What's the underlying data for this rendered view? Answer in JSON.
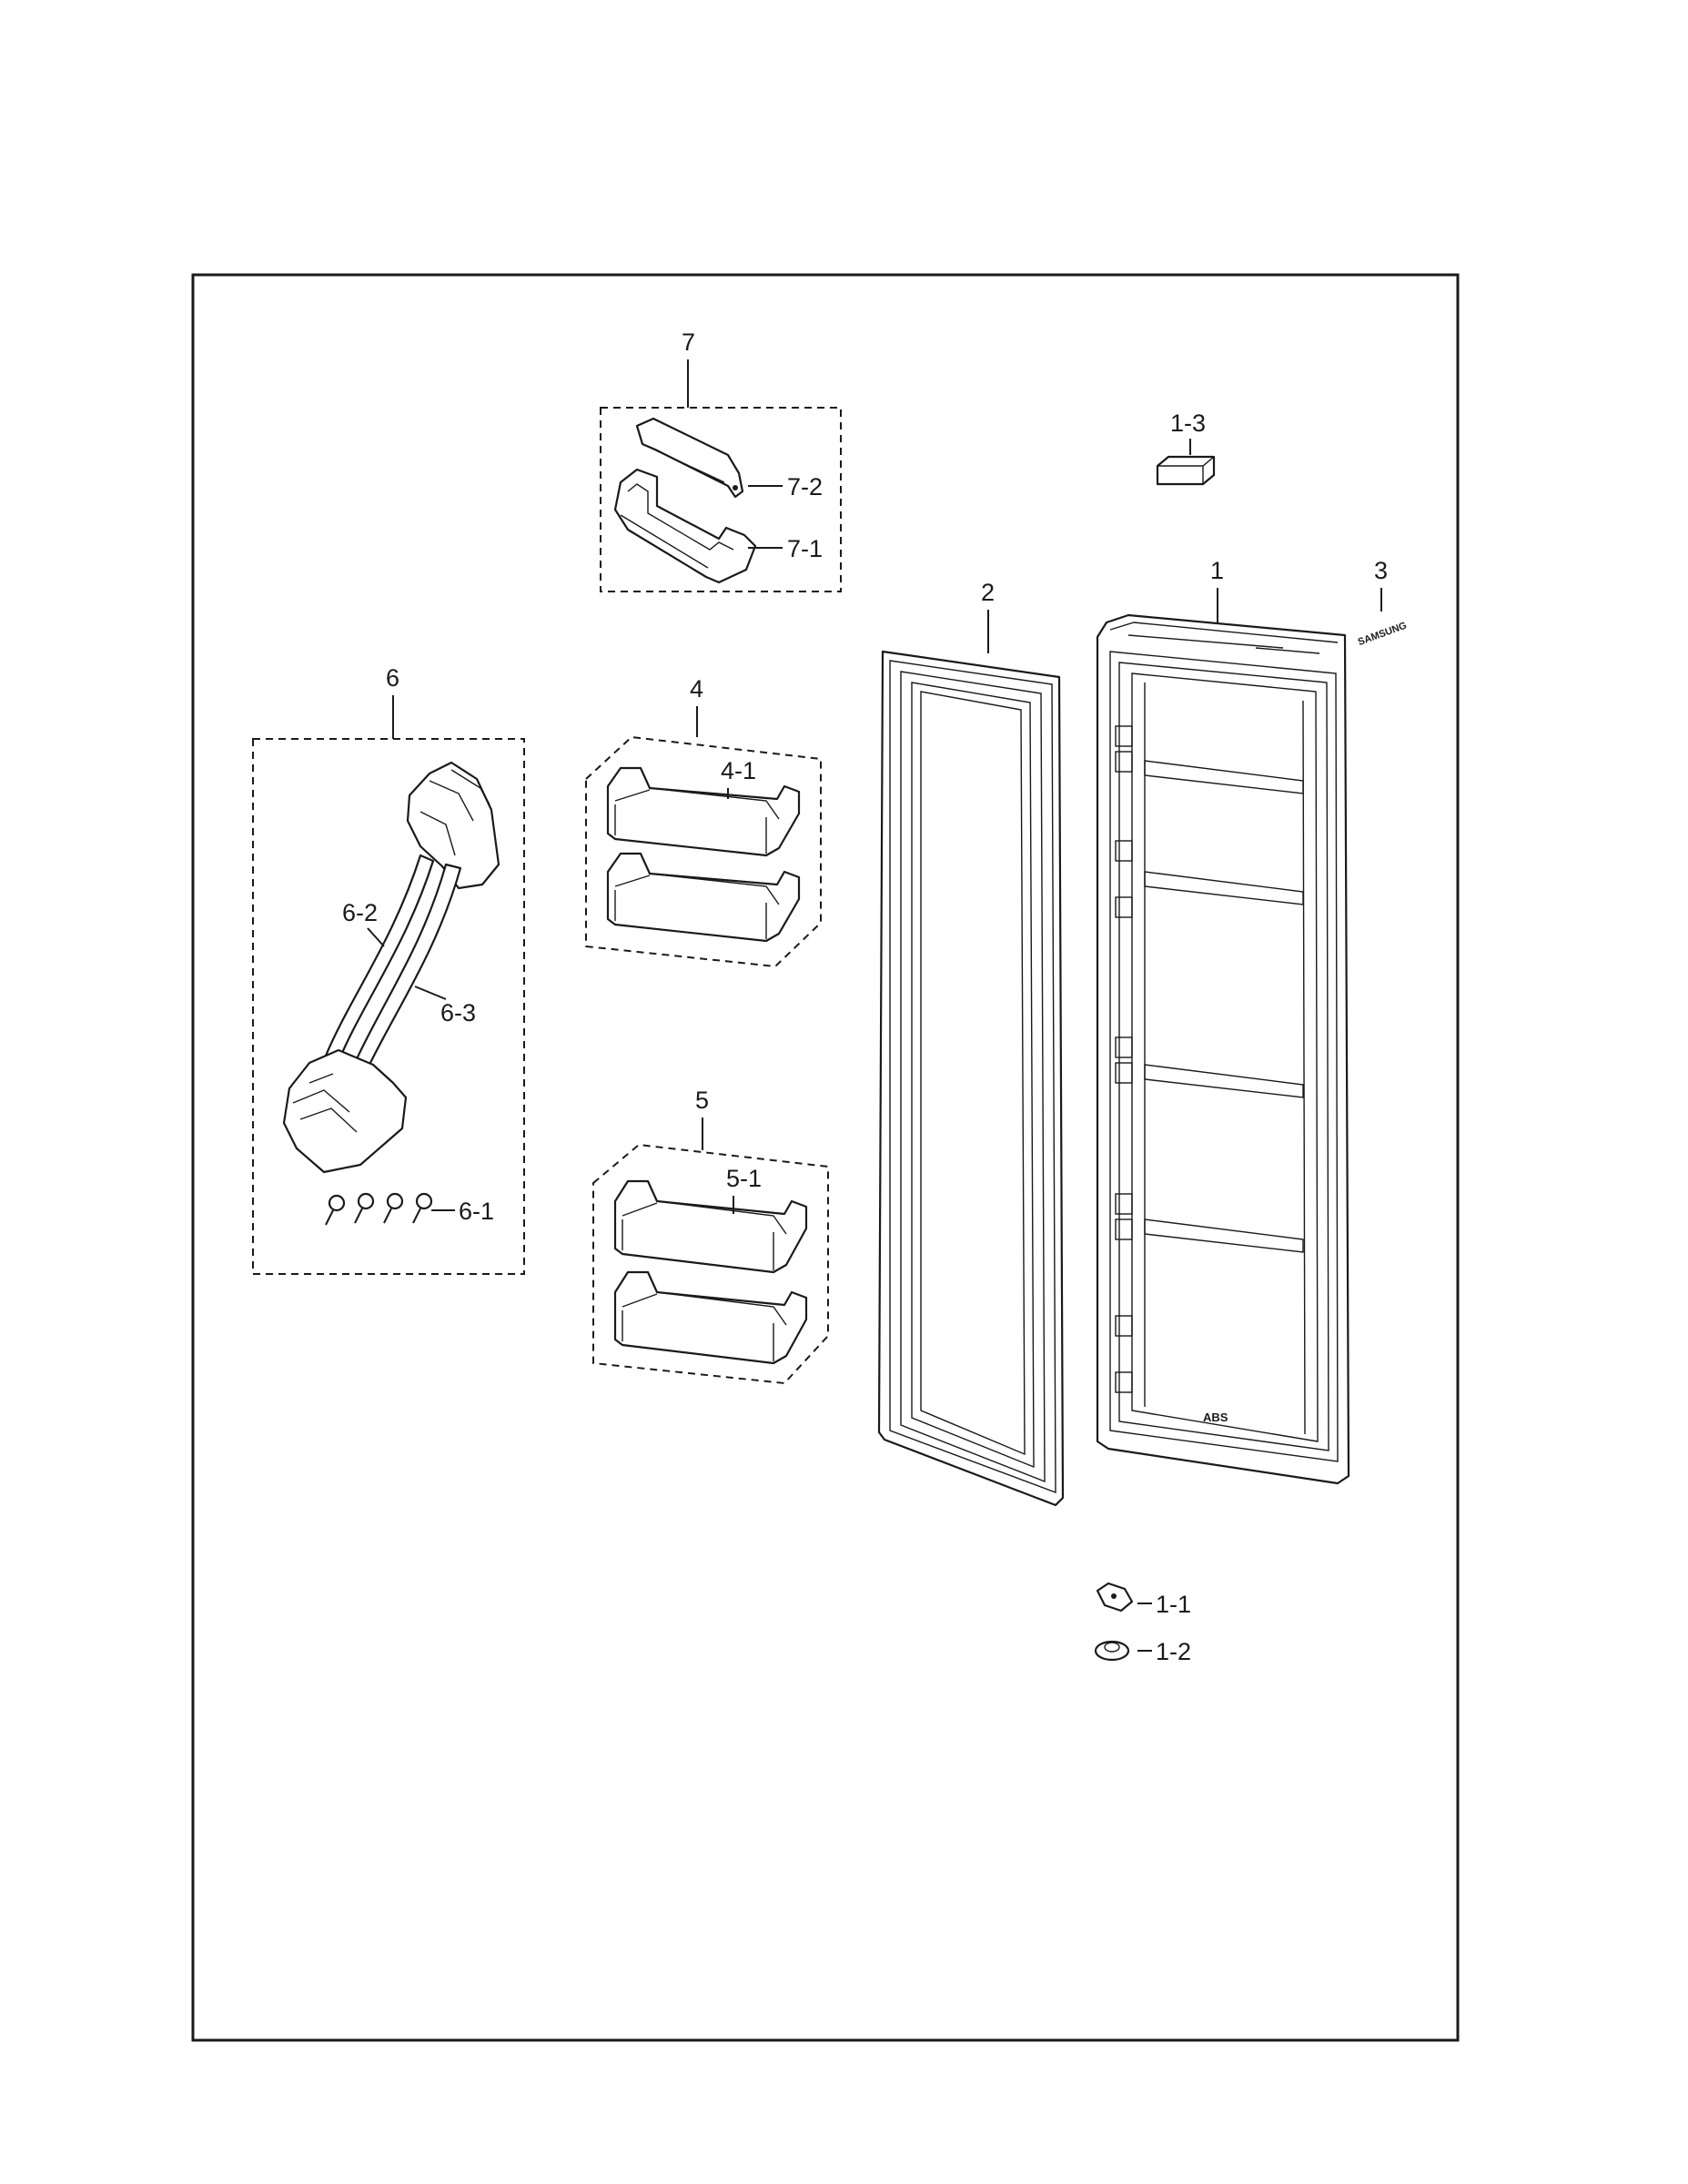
{
  "labels": {
    "p1": "1",
    "p1_1": "1-1",
    "p1_2": "1-2",
    "p1_3": "1-3",
    "p2": "2",
    "p3": "3",
    "p4": "4",
    "p4_1": "4-1",
    "p5": "5",
    "p5_1": "5-1",
    "p6": "6",
    "p6_1": "6-1",
    "p6_2": "6-2",
    "p6_3": "6-3",
    "p7": "7",
    "p7_1": "7-1",
    "p7_2": "7-2"
  },
  "markings": {
    "brand": "SAMSUNG",
    "material": "ABS"
  },
  "colors": {
    "line": "#1a1a1a",
    "background": "#ffffff"
  }
}
